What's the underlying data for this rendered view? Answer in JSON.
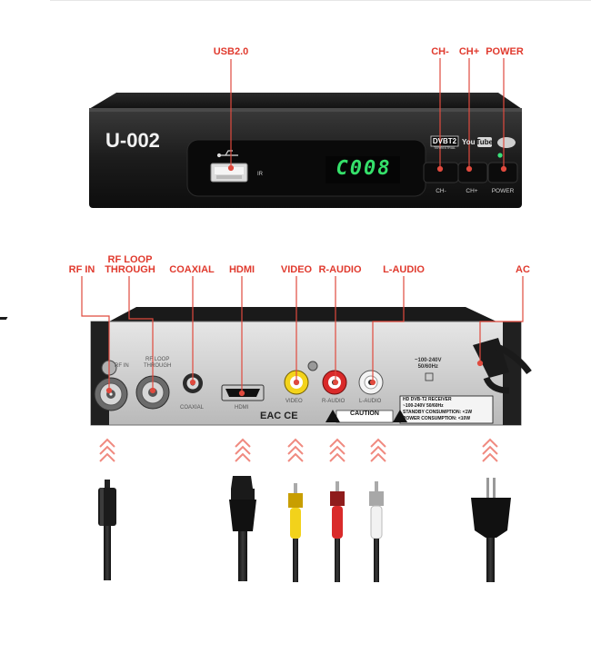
{
  "front_panel": {
    "model": "U-002",
    "display": "C008",
    "port_ir": "IR",
    "logos": {
      "dvb": "DVB",
      "dvb_t2": "T2",
      "dvb_sub": "TERRESTRIAL",
      "youtube_you": "You",
      "youtube_tube": "Tube"
    },
    "button_labels": [
      "CH-",
      "CH+",
      "POWER"
    ],
    "callouts": {
      "usb": "USB2.0",
      "ch_minus": "CH-",
      "ch_plus": "CH+",
      "power": "POWER"
    }
  },
  "rear_panel": {
    "callouts": {
      "rf_in": "RF IN",
      "rf_loop_1": "RF LOOP",
      "rf_loop_2": "THROUGH",
      "coaxial": "COAXIAL",
      "hdmi": "HDMI",
      "video": "VIDEO",
      "r_audio": "R-AUDIO",
      "l_audio": "L-AUDIO",
      "ac": "AC"
    },
    "port_labels": {
      "rf_in": "RF IN",
      "rf_loop_1": "RF LOOP",
      "rf_loop_2": "THROUGH",
      "coaxial": "COAXIAL",
      "hdmi": "HDMI",
      "video": "VIDEO",
      "r_audio": "R-AUDIO",
      "l_audio": "L-AUDIO"
    },
    "power_rating": [
      "~100-240V",
      "50/60Hz"
    ],
    "cert_marks": "EAC CE",
    "caution": "CAUTION",
    "spec_label": [
      "HD DVB-T2 RECEIVER",
      "~100-240V 50/60Hz",
      "STANDBY CONSUMPTION: <1W",
      "POWER CONSUMPTION: <10W"
    ]
  },
  "cables": [
    "rf-antenna-plug",
    "hdmi-cable",
    "av-yellow-plug",
    "av-red-plug",
    "av-white-plug",
    "eu-power-plug"
  ],
  "colors": {
    "accent": "#e03a2e",
    "display_green": "#35e06a",
    "av_yellow": "#f2d21b",
    "av_red": "#d92a2a",
    "av_white": "#f2f2f2"
  }
}
